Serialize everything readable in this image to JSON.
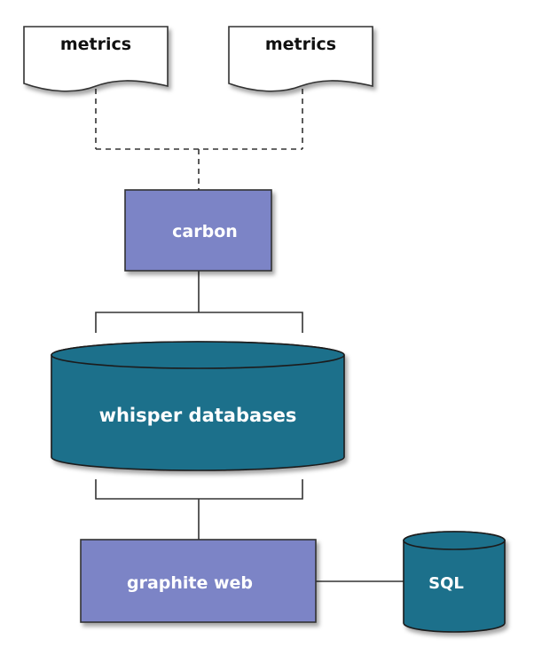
{
  "diagram": {
    "sources": [
      {
        "label": "metrics"
      },
      {
        "label": "metrics"
      }
    ],
    "carbon": {
      "label": "carbon"
    },
    "whisper": {
      "label": "whisper databases"
    },
    "web": {
      "label": "graphite web"
    },
    "sql": {
      "label": "SQL"
    },
    "colors": {
      "process_box": "#7b84c6",
      "database": "#1f6f8b",
      "document": "#ffffff",
      "line": "#333333",
      "label_light": "#ffffff",
      "label_dark": "#111111"
    }
  }
}
